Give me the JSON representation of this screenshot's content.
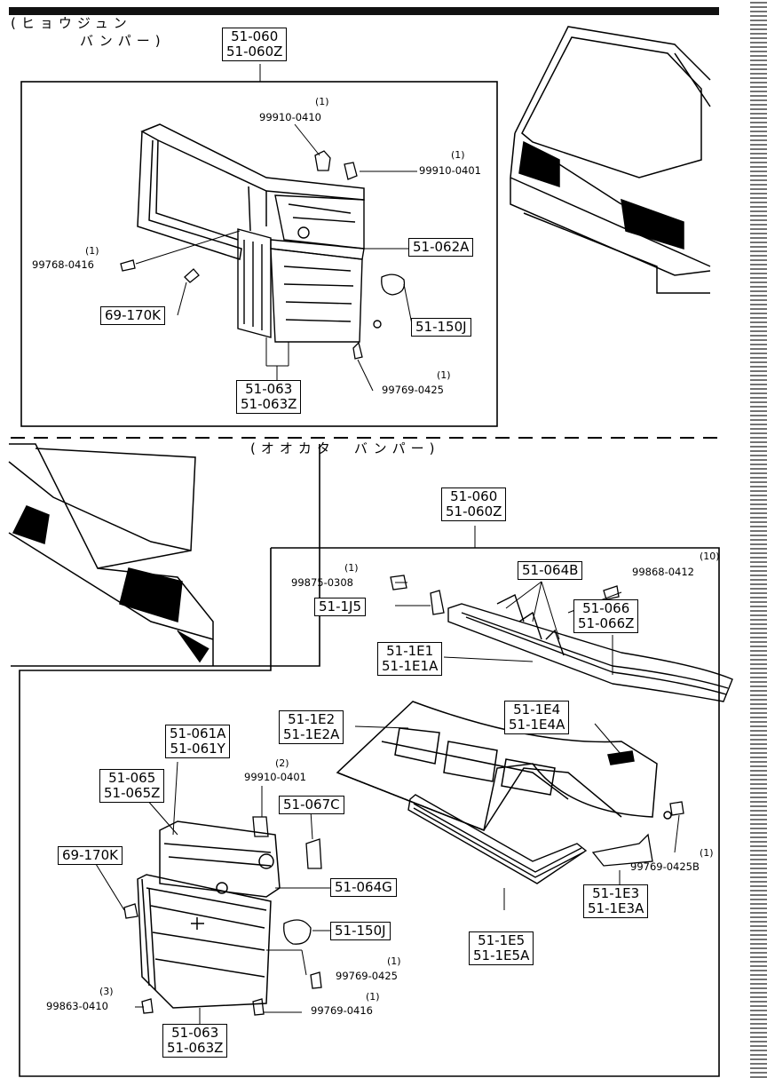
{
  "sections": {
    "standard": {
      "heading_line1": "(ヒョウジュン",
      "heading_line2": "バンパー)"
    },
    "large": {
      "heading": "(オオカタ　バンパー)"
    }
  },
  "standard_parts": {
    "assy": [
      "51-060",
      "51-060Z"
    ],
    "p_62A": "51-062A",
    "p_150J": "51-150J",
    "p_170K": "69-170K",
    "lens": [
      "51-063",
      "51-063Z"
    ],
    "bolt_410": {
      "number": "99910-0410",
      "qty": "(1)"
    },
    "bolt_401": {
      "number": "99910-0401",
      "qty": "(1)"
    },
    "screw_416": {
      "number": "99768-0416",
      "qty": "(1)"
    },
    "screw_425": {
      "number": "99769-0425",
      "qty": "(1)"
    }
  },
  "large_parts": {
    "assy": [
      "51-060",
      "51-060Z"
    ],
    "p_064B": "51-064B",
    "p_1J5": "51-1J5",
    "p_066": [
      "51-066",
      "51-066Z"
    ],
    "p_1E1": [
      "51-1E1",
      "51-1E1A"
    ],
    "p_1E2": [
      "51-1E2",
      "51-1E2A"
    ],
    "p_1E4": [
      "51-1E4",
      "51-1E4A"
    ],
    "p_061A": [
      "51-061A",
      "51-061Y"
    ],
    "p_065": [
      "51-065",
      "51-065Z"
    ],
    "p_067C": "51-067C",
    "p_170K": "69-170K",
    "p_064G": "51-064G",
    "p_150J": "51-150J",
    "p_1E3": [
      "51-1E3",
      "51-1E3A"
    ],
    "p_1E5": [
      "51-1E5",
      "51-1E5A"
    ],
    "lens": [
      "51-063",
      "51-063Z"
    ],
    "screw_308": {
      "number": "99875-0308",
      "qty": "(1)"
    },
    "screw_412": {
      "number": "99868-0412",
      "qty": "(10)"
    },
    "bolt_401": {
      "number": "99910-0401",
      "qty": "(2)"
    },
    "screw_425B": {
      "number": "99769-0425B",
      "qty": "(1)"
    },
    "screw_425": {
      "number": "99769-0425",
      "qty": "(1)"
    },
    "screw_410": {
      "number": "99863-0410",
      "qty": "(3)"
    },
    "screw_416": {
      "number": "99769-0416",
      "qty": "(1)"
    }
  }
}
